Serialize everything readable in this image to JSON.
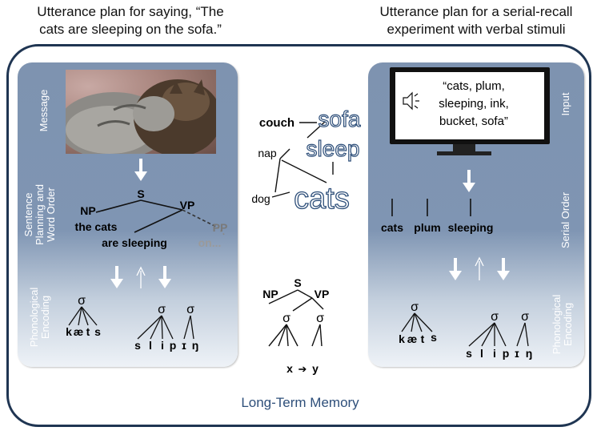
{
  "titles": {
    "left_line1": "Utterance plan for saying, “The",
    "left_line2": "cats are sleeping on the sofa.”",
    "right_line1": "Utterance plan for a serial-recall",
    "right_line2": "experiment with verbal stimuli"
  },
  "long_term_memory": "Long-Term Memory",
  "left_panel": {
    "labels": {
      "message": "Message",
      "sentence_planning_1": "Sentence",
      "sentence_planning_2": "Planning and",
      "sentence_planning_3": "Word Order",
      "phonological_1": "Phonological",
      "phonological_2": "Encoding"
    },
    "tree": {
      "s": "S",
      "np": "NP",
      "vp": "VP",
      "pp": "PP",
      "np_words": "the cats",
      "vp_words": "are sleeping",
      "pp_words": "on..."
    },
    "syllables": {
      "sigma": "σ",
      "cats": [
        "k",
        "æ",
        "t",
        "s"
      ],
      "sleeping": [
        "s",
        "l",
        "i",
        "p",
        "ɪ",
        "ŋ"
      ]
    }
  },
  "semantic_network": {
    "couch": "couch",
    "sofa": "sofa",
    "nap": "nap",
    "sleep": "sleep",
    "dog": "dog",
    "cats": "cats"
  },
  "middle_schema": {
    "s": "S",
    "np": "NP",
    "vp": "VP",
    "sigma": "σ",
    "x": "x",
    "arrow": "➔",
    "y": "y"
  },
  "right_panel": {
    "labels": {
      "input": "Input",
      "serial_order": "Serial Order",
      "phonological_1": "Phonological",
      "phonological_2": "Encoding"
    },
    "monitor": {
      "line1": "“cats, plum,",
      "line2": "sleeping, ink,",
      "line3": "bucket, sofa”"
    },
    "serial_words": [
      "cats",
      "plum",
      "sleeping"
    ],
    "syllables": {
      "sigma": "σ",
      "cats": [
        "k",
        "æ",
        "t",
        "s"
      ],
      "sleeping": [
        "s",
        "l",
        "i",
        "p",
        "ɪ",
        "ŋ"
      ]
    }
  },
  "colors": {
    "frame": "#1f3552",
    "panel": "#7f95b3",
    "semantic_blue": "#2e4f7a",
    "ltm_text": "#2e4f7a"
  }
}
